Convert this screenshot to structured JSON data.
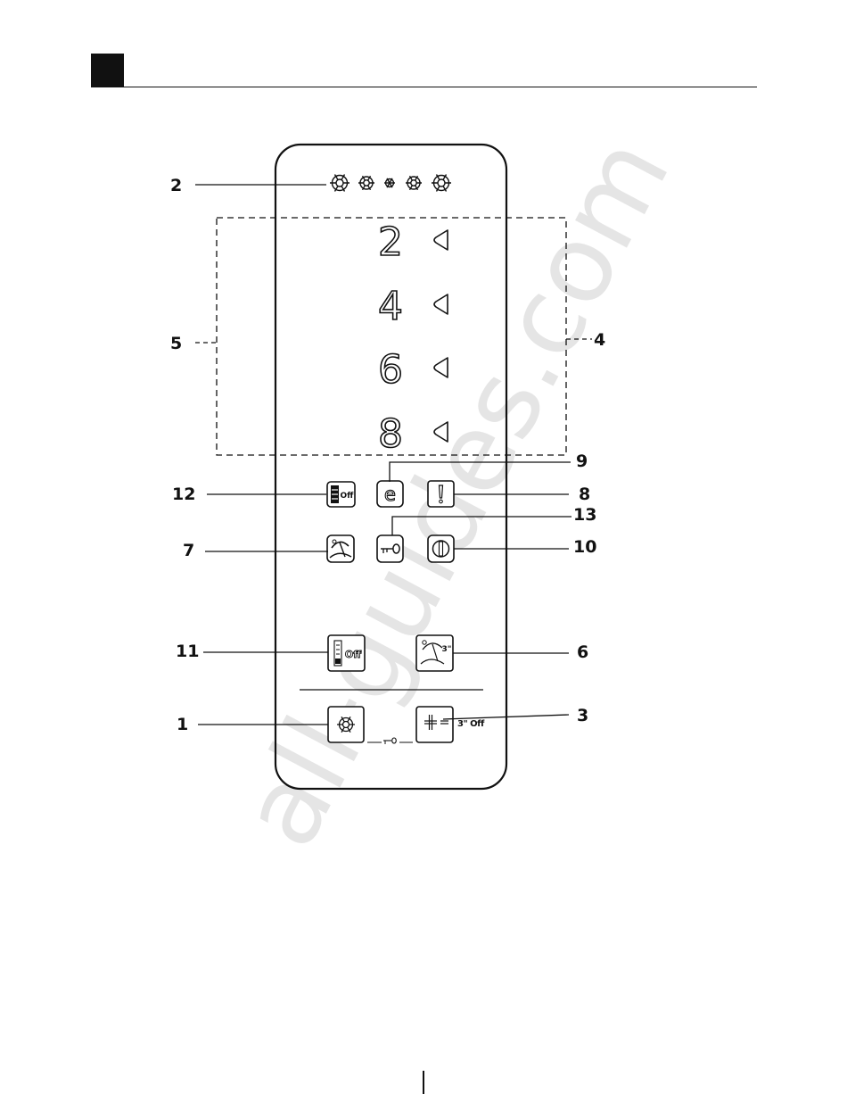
{
  "watermark": "all-guides.com",
  "digits": [
    "2",
    "4",
    "6",
    "8"
  ],
  "callouts": {
    "c1": "1",
    "c2": "2",
    "c3": "3",
    "c4": "4",
    "c5": "5",
    "c6": "6",
    "c7": "7",
    "c8": "8",
    "c9": "9",
    "c10": "10",
    "c11": "11",
    "c12": "12",
    "c13": "13"
  },
  "labels": {
    "three_off": "3\" Off",
    "off_small": "Off",
    "three_sup": "3\""
  },
  "icons": {
    "snowflake": "snowflake-icon",
    "eco": "eco-e-icon",
    "alarm": "exclamation-icon",
    "key": "key-lock-icon",
    "power": "power-icon",
    "vacation": "vacation-umbrella-icon",
    "freezer_off": "freezer-off-icon",
    "plus_minus": "plus-minus-icon"
  }
}
